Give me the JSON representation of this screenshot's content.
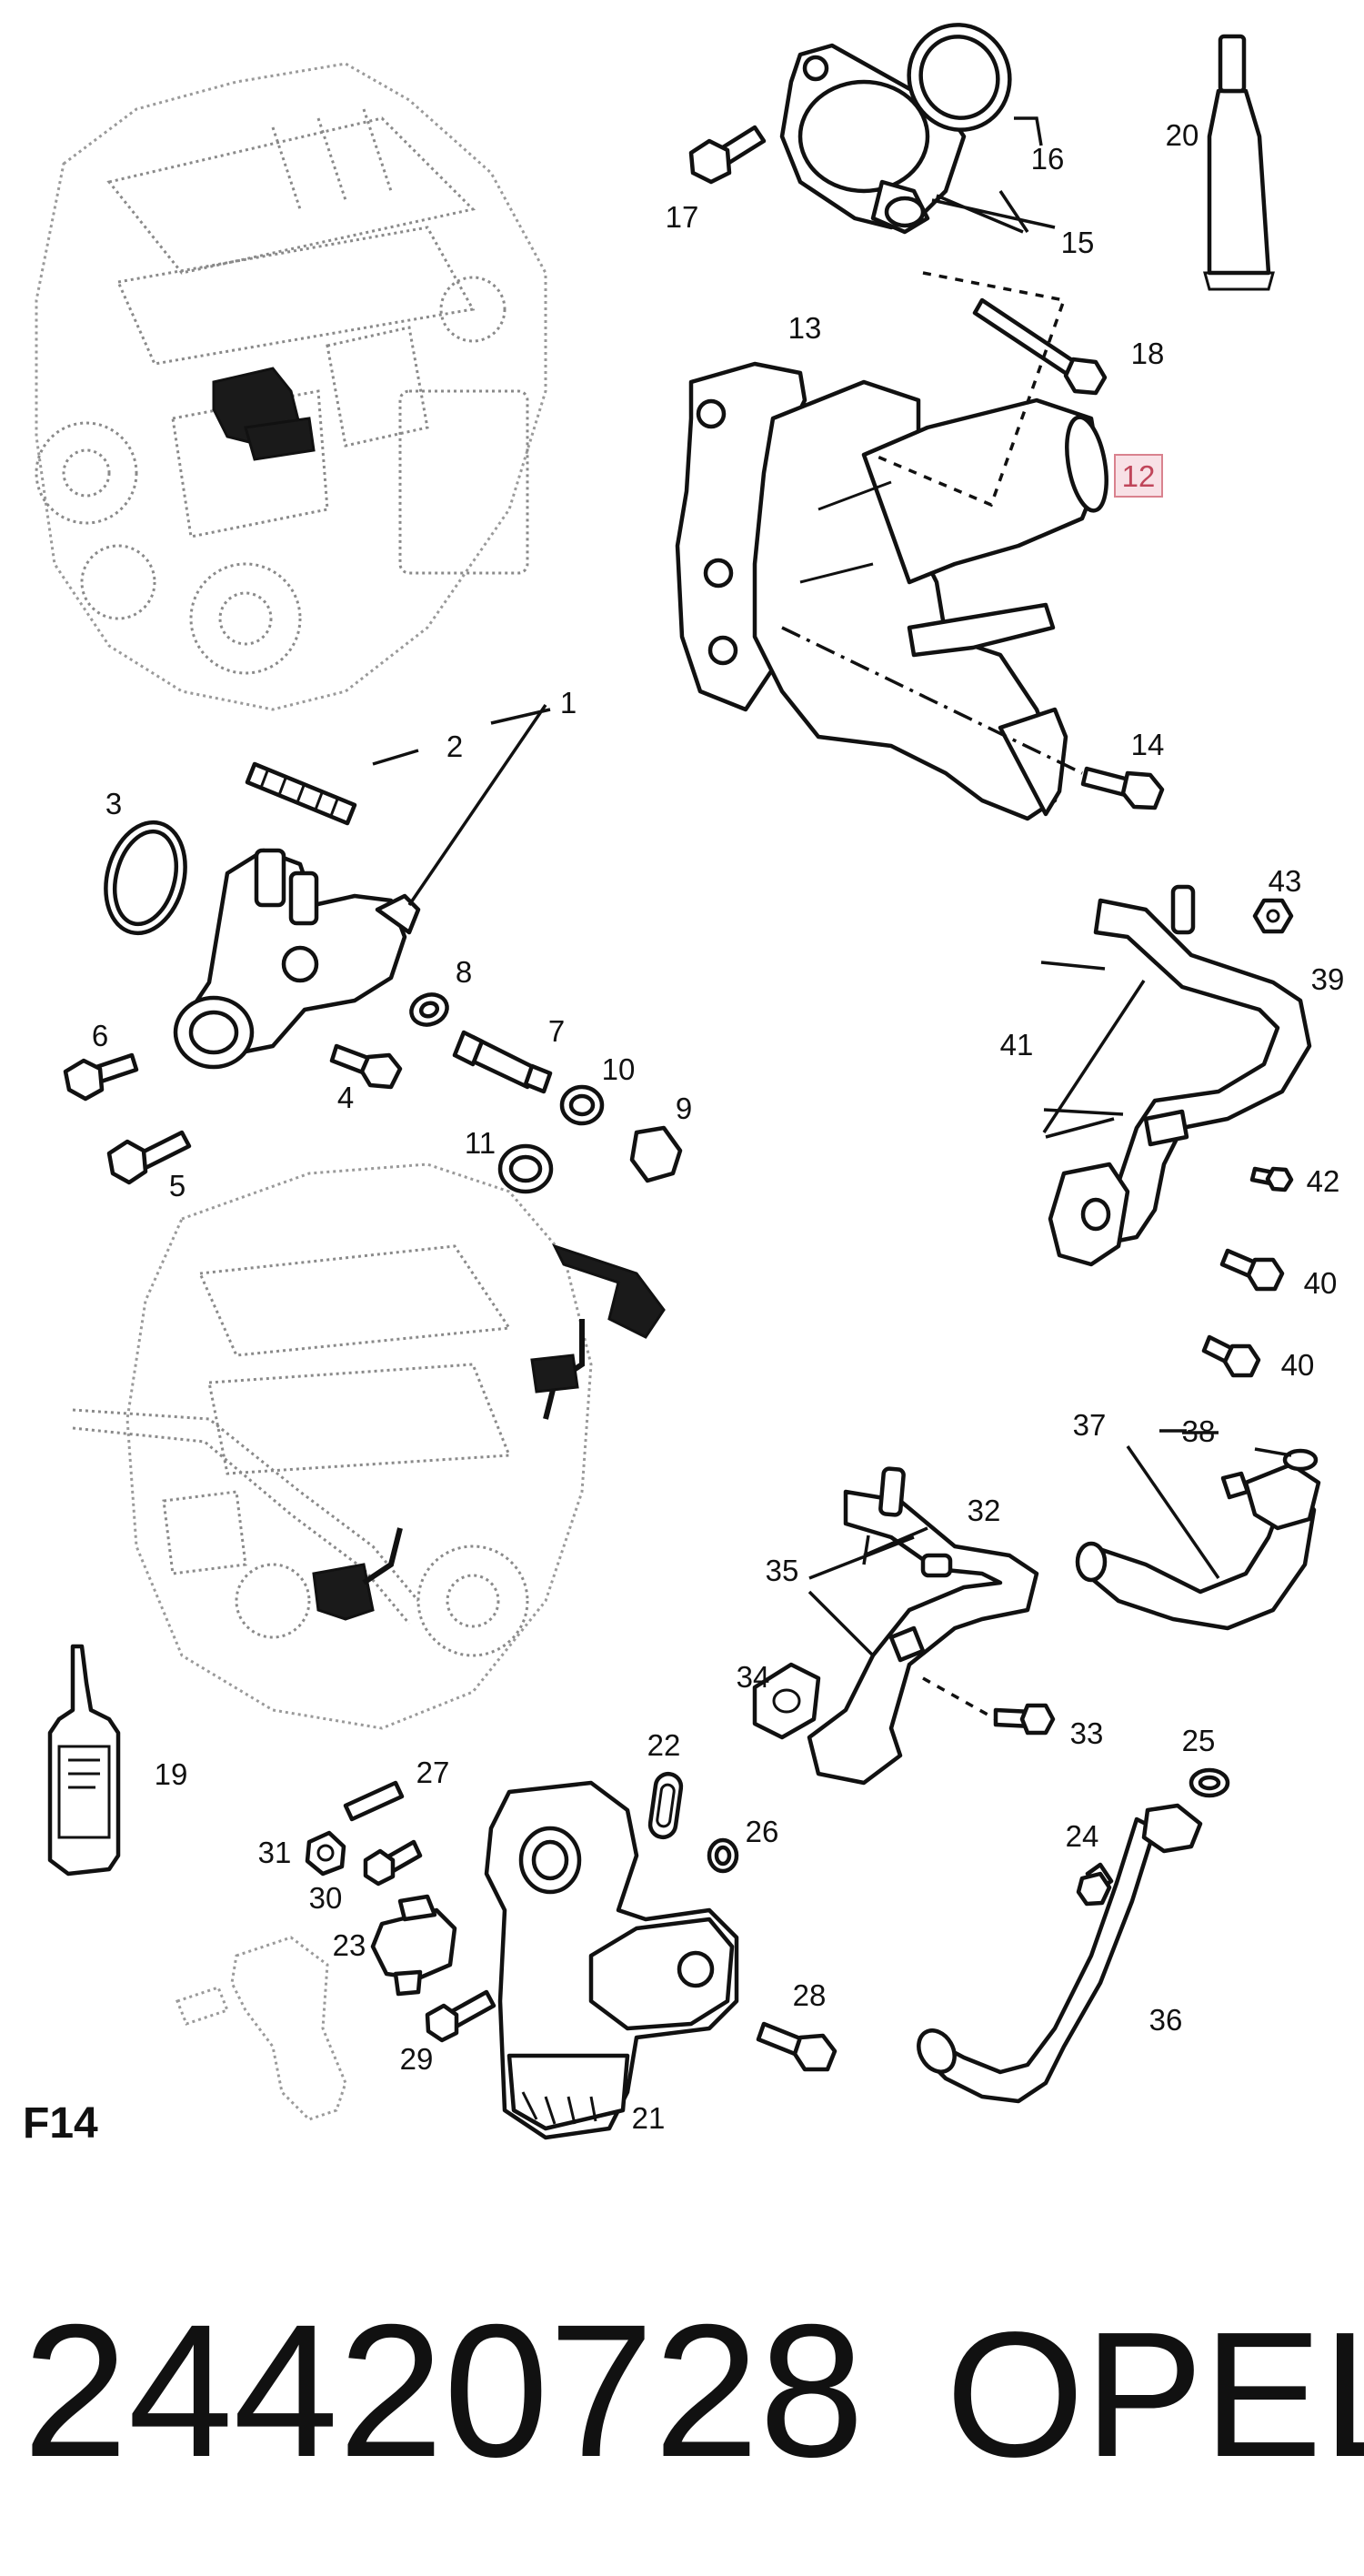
{
  "section_code": "F14",
  "part_number": "24420728",
  "brand": "OPEL",
  "highlighted_callout": "12",
  "highlight_colors": {
    "fill": "#f8e1e6",
    "border": "#d9828e",
    "text": "#c0465a"
  },
  "callouts": {
    "c1": "1",
    "c2": "2",
    "c3": "3",
    "c4": "4",
    "c5": "5",
    "c6": "6",
    "c7": "7",
    "c8": "8",
    "c9": "9",
    "c10": "10",
    "c11": "11",
    "c12": "12",
    "c13": "13",
    "c14": "14",
    "c15": "15",
    "c16": "16",
    "c17": "17",
    "c18": "18",
    "c19": "19",
    "c20": "20",
    "c21": "21",
    "c22": "22",
    "c23": "23",
    "c24": "24",
    "c25": "25",
    "c26": "26",
    "c27": "27",
    "c28": "28",
    "c29": "29",
    "c30": "30",
    "c31": "31",
    "c32": "32",
    "c33": "33",
    "c34": "34",
    "c35": "35",
    "c36": "36",
    "c37": "37",
    "c38": "38",
    "c39": "39",
    "c40a": "40",
    "c40b": "40",
    "c41": "41",
    "c42": "42",
    "c43": "43"
  }
}
